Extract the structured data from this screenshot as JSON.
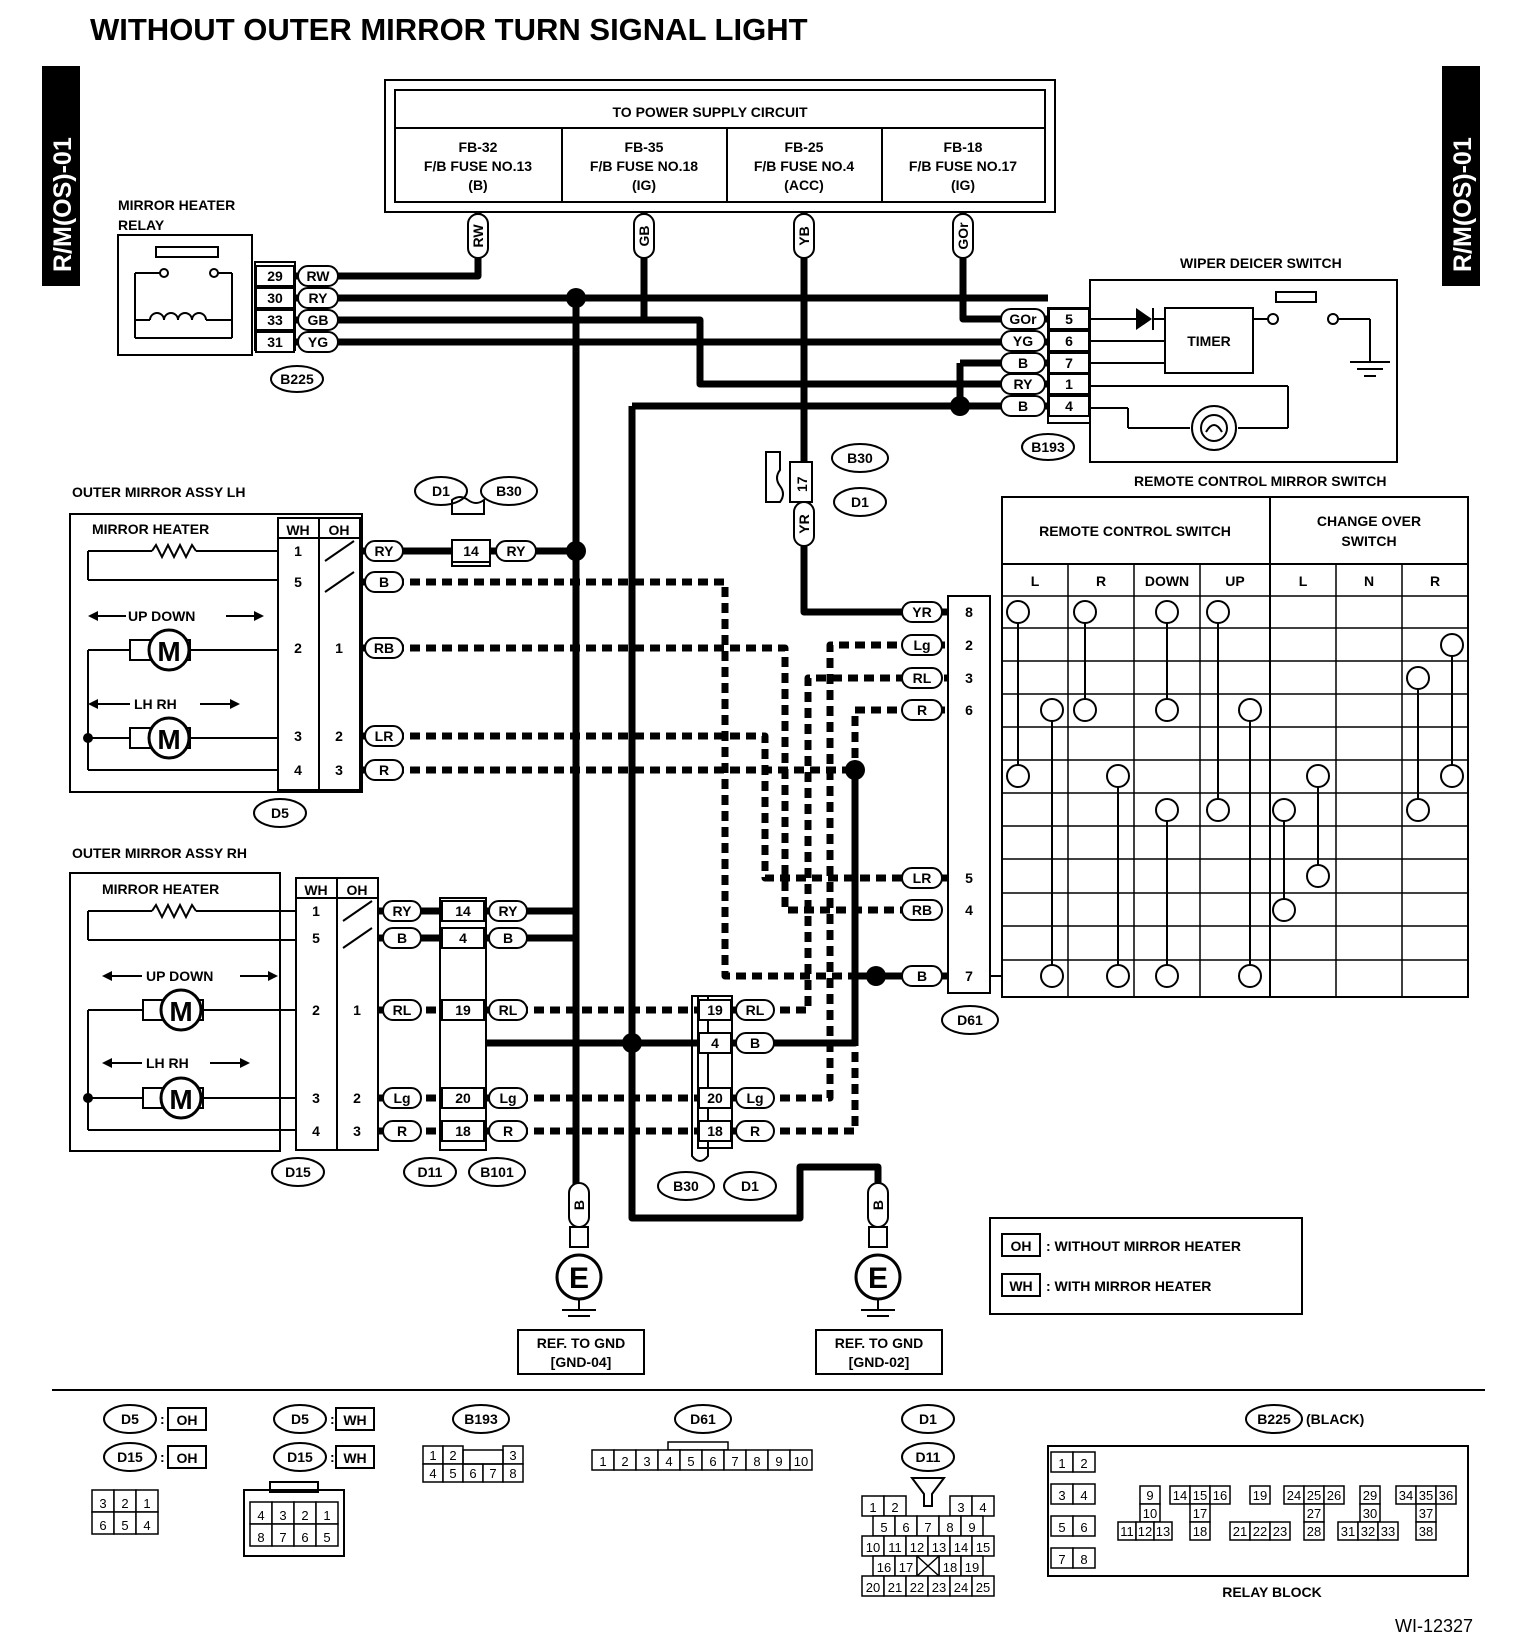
{
  "title": "WITHOUT OUTER MIRROR TURN SIGNAL LIGHT",
  "side_tab": "R/M(OS)-01",
  "power": {
    "header": "TO POWER SUPPLY CIRCUIT",
    "fuses": [
      {
        "id": "FB-32",
        "name": "F/B FUSE NO.13",
        "mode": "(B)",
        "wire": "RW"
      },
      {
        "id": "FB-35",
        "name": "F/B FUSE NO.18",
        "mode": "(IG)",
        "wire": "GB"
      },
      {
        "id": "FB-25",
        "name": "F/B FUSE NO.4",
        "mode": "(ACC)",
        "wire": "YB"
      },
      {
        "id": "FB-18",
        "name": "F/B FUSE NO.17",
        "mode": "(IG)",
        "wire": "GOr"
      }
    ]
  },
  "relay": {
    "title1": "MIRROR HEATER",
    "title2": "RELAY",
    "connector": "B225",
    "pins": [
      {
        "pin": "29",
        "wire": "RW"
      },
      {
        "pin": "30",
        "wire": "RY"
      },
      {
        "pin": "33",
        "wire": "GB"
      },
      {
        "pin": "31",
        "wire": "YG"
      }
    ]
  },
  "deicer": {
    "title": "WIPER DEICER SWITCH",
    "timer": "TIMER",
    "connector": "B193",
    "pins": [
      {
        "pin": "5",
        "wire": "GOr"
      },
      {
        "pin": "6",
        "wire": "YG"
      },
      {
        "pin": "7",
        "wire": "B"
      },
      {
        "pin": "1",
        "wire": "RY"
      },
      {
        "pin": "4",
        "wire": "B"
      }
    ]
  },
  "lh": {
    "title": "OUTER MIRROR ASSY LH",
    "heater": "MIRROR HEATER",
    "hdr_wh": "WH",
    "hdr_oh": "OH",
    "m1": "UP  DOWN",
    "m2": "LH  RH",
    "motor": "M",
    "connector": "D5",
    "rows": [
      {
        "wh": "1",
        "oh": "",
        "wire": "RY"
      },
      {
        "wh": "5",
        "oh": "",
        "wire": "B"
      },
      {
        "wh": "2",
        "oh": "1",
        "wire": "RB"
      },
      {
        "wh": "3",
        "oh": "2",
        "wire": "LR"
      },
      {
        "wh": "4",
        "oh": "3",
        "wire": "R"
      }
    ]
  },
  "rh": {
    "title": "OUTER MIRROR ASSY RH",
    "heater": "MIRROR HEATER",
    "hdr_wh": "WH",
    "hdr_oh": "OH",
    "m1": "UP  DOWN",
    "m2": "LH  RH",
    "motor": "M",
    "connector": "D15",
    "rows": [
      {
        "wh": "1",
        "oh": "",
        "wire": "RY",
        "mid": "14",
        "out": "RY"
      },
      {
        "wh": "5",
        "oh": "",
        "wire": "B",
        "mid": "4",
        "out": "B"
      },
      {
        "wh": "2",
        "oh": "1",
        "wire": "RL",
        "mid": "19",
        "out": "RL"
      },
      {
        "wh": "3",
        "oh": "2",
        "wire": "Lg",
        "mid": "20",
        "out": "Lg"
      },
      {
        "wh": "4",
        "oh": "3",
        "wire": "R",
        "mid": "18",
        "out": "R"
      }
    ],
    "conn_mid": "D11",
    "conn_right": "B101"
  },
  "inline": {
    "b30": "B30",
    "d1": "D1",
    "j14_pin": "14",
    "j14_wire": "RY",
    "j17_pin": "17",
    "j17_wire": "YR",
    "lower": [
      {
        "pin": "19",
        "wire": "RL"
      },
      {
        "pin": "4",
        "wire": "B"
      },
      {
        "pin": "20",
        "wire": "Lg"
      },
      {
        "pin": "18",
        "wire": "R"
      }
    ]
  },
  "rcm": {
    "title": "REMOTE CONTROL MIRROR SWITCH",
    "rc": "REMOTE CONTROL SWITCH",
    "co1": "CHANGE OVER",
    "co2": "SWITCH",
    "cols": [
      "L",
      "R",
      "DOWN",
      "UP",
      "L",
      "N",
      "R"
    ],
    "connector": "D61",
    "pins": [
      {
        "pin": "8",
        "wire": "YR"
      },
      {
        "pin": "2",
        "wire": "Lg"
      },
      {
        "pin": "3",
        "wire": "RL"
      },
      {
        "pin": "6",
        "wire": "R"
      },
      {
        "pin": "5",
        "wire": "LR"
      },
      {
        "pin": "4",
        "wire": "RB"
      },
      {
        "pin": "7",
        "wire": "B"
      }
    ]
  },
  "ground": [
    {
      "wire": "B",
      "symbol": "E",
      "ref1": "REF. TO GND",
      "ref2": "[GND-04]"
    },
    {
      "wire": "B",
      "symbol": "E",
      "ref1": "REF. TO GND",
      "ref2": "[GND-02]"
    }
  ],
  "legend": {
    "oh": "OH",
    "oh_text": ": WITHOUT MIRROR HEATER",
    "wh": "WH",
    "wh_text": ": WITH MIRROR HEATER"
  },
  "connectors": {
    "d5": "D5",
    "d15": "D15",
    "oh": "OH",
    "wh": "WH",
    "b193": "B193",
    "d61": "D61",
    "d1": "D1",
    "d11": "D11",
    "b225": "B225",
    "black": "(BLACK)",
    "relay_block": "RELAY BLOCK"
  },
  "code": "WI-12327"
}
